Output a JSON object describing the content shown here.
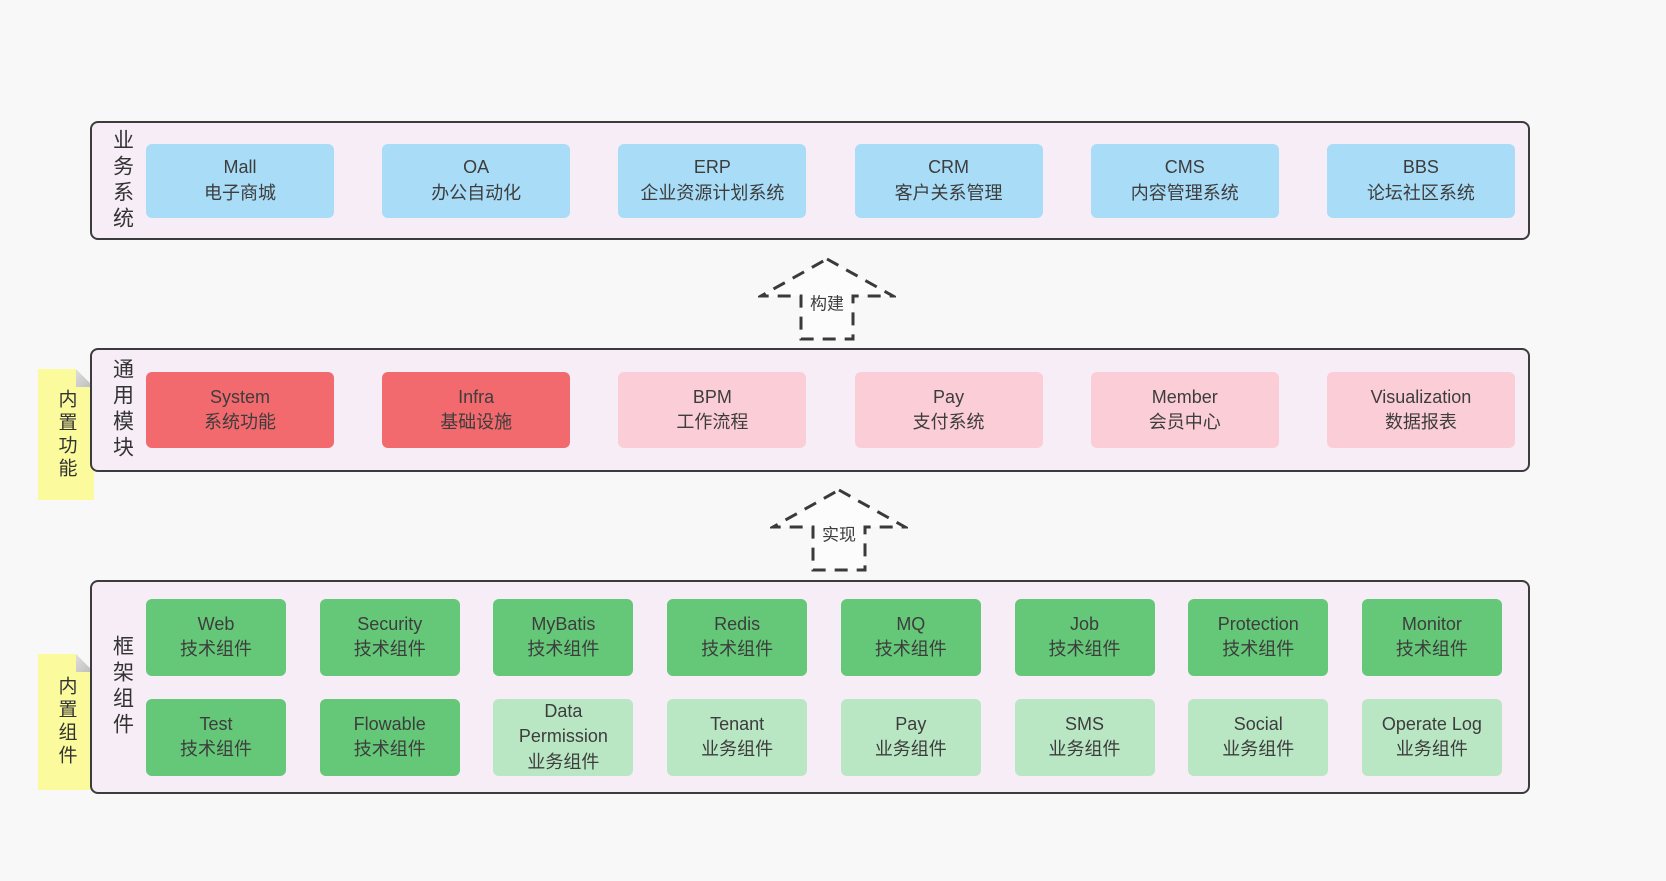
{
  "colors": {
    "page_background": "#f8f8f8",
    "container_background": "#f7edf6",
    "container_border": "#3c3c3c",
    "blue_box": "#a8dcf7",
    "red_box": "#f2696e",
    "pink_box": "#fbcdd6",
    "green_box": "#64c878",
    "light_green_box": "#b9e6c3",
    "sticky_note": "#fbfb9e",
    "sticky_fold": "#c9c9c9",
    "text": "#3d3d3d"
  },
  "arrows": [
    {
      "label": "构建"
    },
    {
      "label": "实现"
    }
  ],
  "layers": [
    {
      "label": "业务系统",
      "boxes": [
        {
          "title": "Mall",
          "subtitle": "电子商城",
          "variant": "blue"
        },
        {
          "title": "OA",
          "subtitle": "办公自动化",
          "variant": "blue"
        },
        {
          "title": "ERP",
          "subtitle": "企业资源计划系统",
          "variant": "blue"
        },
        {
          "title": "CRM",
          "subtitle": "客户关系管理",
          "variant": "blue"
        },
        {
          "title": "CMS",
          "subtitle": "内容管理系统",
          "variant": "blue"
        },
        {
          "title": "BBS",
          "subtitle": "论坛社区系统",
          "variant": "blue"
        }
      ]
    },
    {
      "side_note": "内置功能",
      "label": "通用模块",
      "boxes": [
        {
          "title": "System",
          "subtitle": "系统功能",
          "variant": "red"
        },
        {
          "title": "Infra",
          "subtitle": "基础设施",
          "variant": "red"
        },
        {
          "title": "BPM",
          "subtitle": "工作流程",
          "variant": "pink"
        },
        {
          "title": "Pay",
          "subtitle": "支付系统",
          "variant": "pink"
        },
        {
          "title": "Member",
          "subtitle": "会员中心",
          "variant": "pink"
        },
        {
          "title": "Visualization",
          "subtitle": "数据报表",
          "variant": "pink"
        }
      ]
    },
    {
      "side_note": "内置组件",
      "label": "框架组件",
      "rows": [
        [
          {
            "title": "Web",
            "subtitle": "技术组件",
            "variant": "green"
          },
          {
            "title": "Security",
            "subtitle": "技术组件",
            "variant": "green"
          },
          {
            "title": "MyBatis",
            "subtitle": "技术组件",
            "variant": "green"
          },
          {
            "title": "Redis",
            "subtitle": "技术组件",
            "variant": "green"
          },
          {
            "title": "MQ",
            "subtitle": "技术组件",
            "variant": "green"
          },
          {
            "title": "Job",
            "subtitle": "技术组件",
            "variant": "green"
          },
          {
            "title": "Protection",
            "subtitle": "技术组件",
            "variant": "green"
          },
          {
            "title": "Monitor",
            "subtitle": "技术组件",
            "variant": "green"
          }
        ],
        [
          {
            "title": "Test",
            "subtitle": "技术组件",
            "variant": "green"
          },
          {
            "title": "Flowable",
            "subtitle": "技术组件",
            "variant": "green"
          },
          {
            "title": "Data Permission",
            "subtitle": "业务组件",
            "variant": "lightgreen"
          },
          {
            "title": "Tenant",
            "subtitle": "业务组件",
            "variant": "lightgreen"
          },
          {
            "title": "Pay",
            "subtitle": "业务组件",
            "variant": "lightgreen"
          },
          {
            "title": "SMS",
            "subtitle": "业务组件",
            "variant": "lightgreen"
          },
          {
            "title": "Social",
            "subtitle": "业务组件",
            "variant": "lightgreen"
          },
          {
            "title": "Operate Log",
            "subtitle": "业务组件",
            "variant": "lightgreen"
          }
        ]
      ]
    }
  ]
}
